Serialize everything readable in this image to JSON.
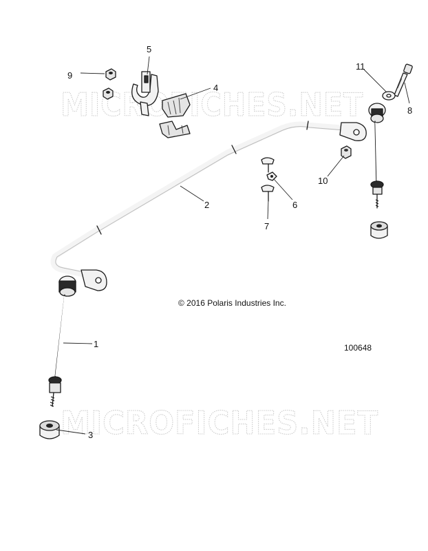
{
  "watermark": "MICROFICHES.NET",
  "copyright": "© 2016 Polaris Industries Inc.",
  "diagram_id": "100648",
  "callouts": {
    "c1": "1",
    "c2": "2",
    "c3": "3",
    "c4": "4",
    "c5": "5",
    "c6": "6",
    "c7": "7",
    "c8": "8",
    "c9": "9",
    "c10": "10",
    "c11": "11"
  },
  "colors": {
    "line": "#1a1a1a",
    "part_fill": "#f2f2f2",
    "watermark": "#c9c9c9"
  }
}
